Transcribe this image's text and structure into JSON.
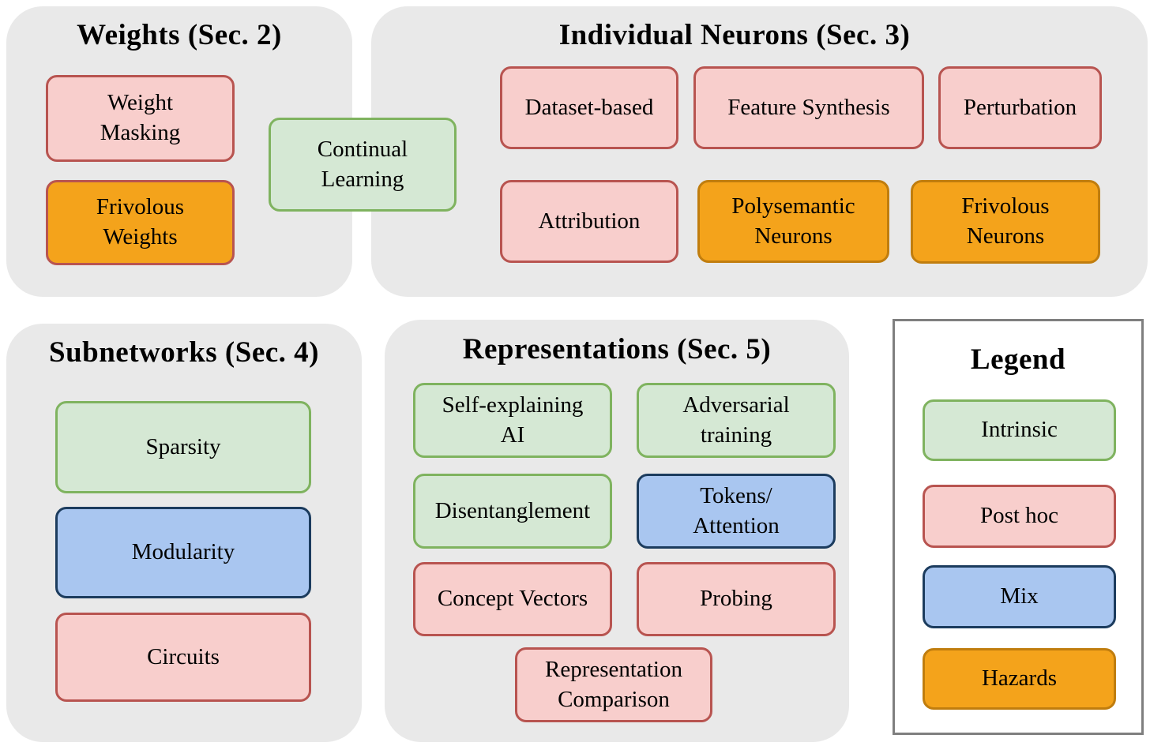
{
  "colors": {
    "panel_background": "#e9e9e9",
    "intrinsic_fill": "#d5e8d4",
    "intrinsic_border": "#7fb35f",
    "post_hoc_fill": "#f8cecc",
    "post_hoc_border": "#b85450",
    "mix_fill": "#a9c6f0",
    "mix_border": "#1c3c5e",
    "hazards_fill": "#f4a31b",
    "hazards_border": "#c07d0e",
    "frivolous_weights_border": "#b85450",
    "legend_border": "#7f7f7f",
    "text": "#000000"
  },
  "sections": {
    "weights": {
      "title": "Weights (Sec. 2)",
      "boxes": [
        {
          "label": "Weight\nMasking",
          "category": "Post hoc"
        },
        {
          "label": "Frivolous\nWeights",
          "category": "Hazards"
        },
        {
          "label": "Continual\nLearning",
          "category": "Intrinsic"
        }
      ]
    },
    "neurons": {
      "title": "Individual Neurons (Sec. 3)",
      "boxes": [
        {
          "label": "Dataset-based",
          "category": "Post hoc"
        },
        {
          "label": "Feature Synthesis",
          "category": "Post hoc"
        },
        {
          "label": "Perturbation",
          "category": "Post hoc"
        },
        {
          "label": "Attribution",
          "category": "Post hoc"
        },
        {
          "label": "Polysemantic\nNeurons",
          "category": "Hazards"
        },
        {
          "label": "Frivolous\nNeurons",
          "category": "Hazards"
        }
      ]
    },
    "subnetworks": {
      "title": "Subnetworks (Sec. 4)",
      "boxes": [
        {
          "label": "Sparsity",
          "category": "Intrinsic"
        },
        {
          "label": "Modularity",
          "category": "Mix"
        },
        {
          "label": "Circuits",
          "category": "Post hoc"
        }
      ]
    },
    "representations": {
      "title": "Representations (Sec. 5)",
      "boxes": [
        {
          "label": "Self-explaining\nAI",
          "category": "Intrinsic"
        },
        {
          "label": "Adversarial\ntraining",
          "category": "Intrinsic"
        },
        {
          "label": "Disentanglement",
          "category": "Intrinsic"
        },
        {
          "label": "Tokens/\nAttention",
          "category": "Mix"
        },
        {
          "label": "Concept Vectors",
          "category": "Post hoc"
        },
        {
          "label": "Probing",
          "category": "Post hoc"
        },
        {
          "label": "Representation\nComparison",
          "category": "Post hoc"
        }
      ]
    }
  },
  "legend": {
    "title": "Legend",
    "items": [
      {
        "label": "Intrinsic"
      },
      {
        "label": "Post hoc"
      },
      {
        "label": "Mix"
      },
      {
        "label": "Hazards"
      }
    ]
  }
}
